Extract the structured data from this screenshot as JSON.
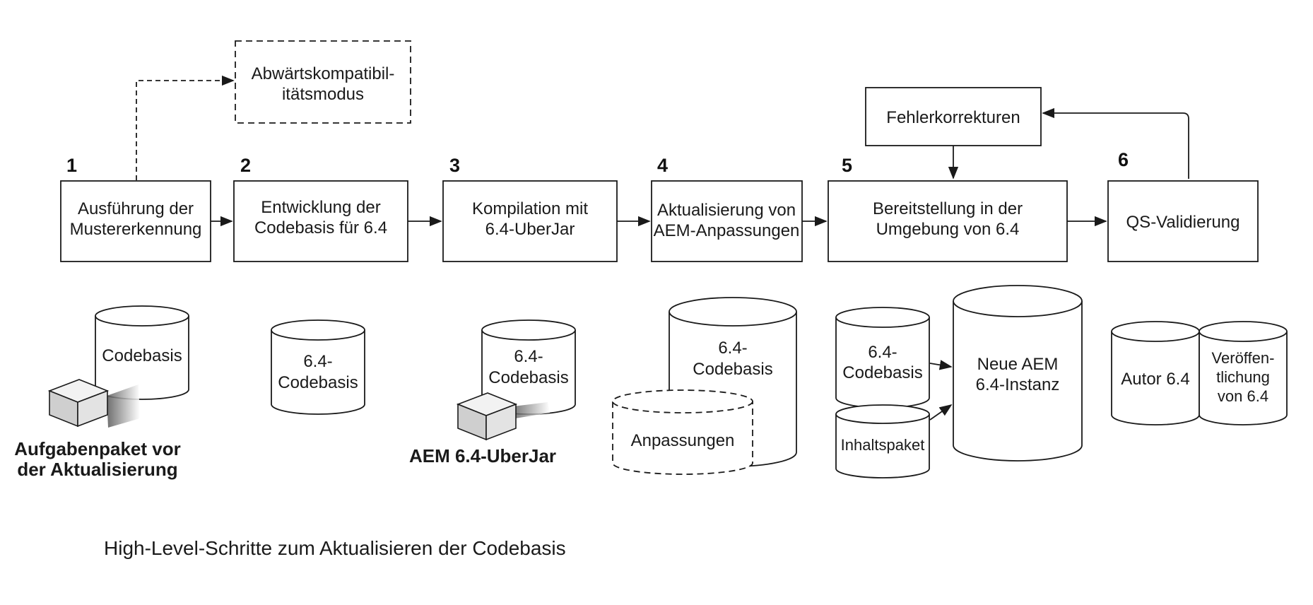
{
  "compat_box": {
    "line1": "Abwärtskompatibil-",
    "line2": "itätsmodus"
  },
  "fix_box": "Fehlerkorrekturen",
  "steps": [
    {
      "num": "1",
      "line1": "Ausführung der",
      "line2": "Mustererkennung"
    },
    {
      "num": "2",
      "line1": "Entwicklung der",
      "line2": "Codebasis für 6.4"
    },
    {
      "num": "3",
      "line1": "Kompilation mit",
      "line2": "6.4-UberJar"
    },
    {
      "num": "4",
      "line1": "Aktualisierung von",
      "line2": "AEM-Anpassungen"
    },
    {
      "num": "5",
      "line1": "Bereitstellung in der",
      "line2": "Umgebung von 6.4"
    },
    {
      "num": "6",
      "line1": "QS-Validierung",
      "line2": ""
    }
  ],
  "stores": {
    "codebasis": "Codebasis",
    "codebasis64": {
      "line1": "6.4-",
      "line2": "Codebasis"
    },
    "uberjar_db": {
      "line1": "6.4-",
      "line2": "Codebasis"
    },
    "big_db": {
      "line1": "6.4-",
      "line2": "Codebasis"
    },
    "anpassungen": "Anpassungen",
    "deploy_db": {
      "line1": "6.4-",
      "line2": "Codebasis"
    },
    "inhaltspaket": "Inhaltspaket",
    "neue_aem": {
      "line1": "Neue AEM",
      "line2": "6.4-Instanz"
    },
    "autor": "Autor 6.4",
    "publish": {
      "line1": "Veröffen-",
      "line2": "tlichung",
      "line3": "von 6.4"
    }
  },
  "package_labels": {
    "pre_upgrade": {
      "line1": "Aufgabenpaket vor",
      "line2": "der Aktualisierung"
    },
    "uberjar": "AEM 6.4-UberJar"
  },
  "caption": "High-Level-Schritte zum Aktualisieren der Codebasis"
}
